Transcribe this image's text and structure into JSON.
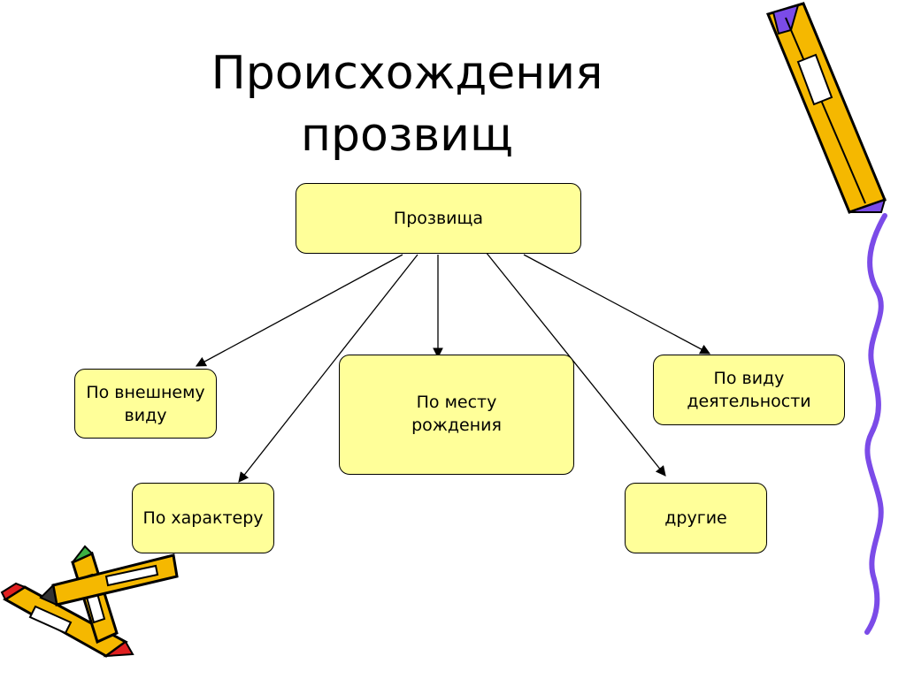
{
  "title": "Происхождения\nпрозвищ",
  "nodes": {
    "root": "Прозвища",
    "appearance": "По внешнему\nвиду",
    "character": "По характеру",
    "birthplace": "По месту\nрождения",
    "occupation": "По виду\nдеятельности",
    "other": "другие"
  },
  "colors": {
    "node_fill": "#ffff99",
    "pencil_body": "#f5b800",
    "wavy_line": "#7b4be8"
  },
  "decorations": [
    "pencil-icon",
    "pencil-icon",
    "pencil-icon",
    "wavy-line"
  ]
}
